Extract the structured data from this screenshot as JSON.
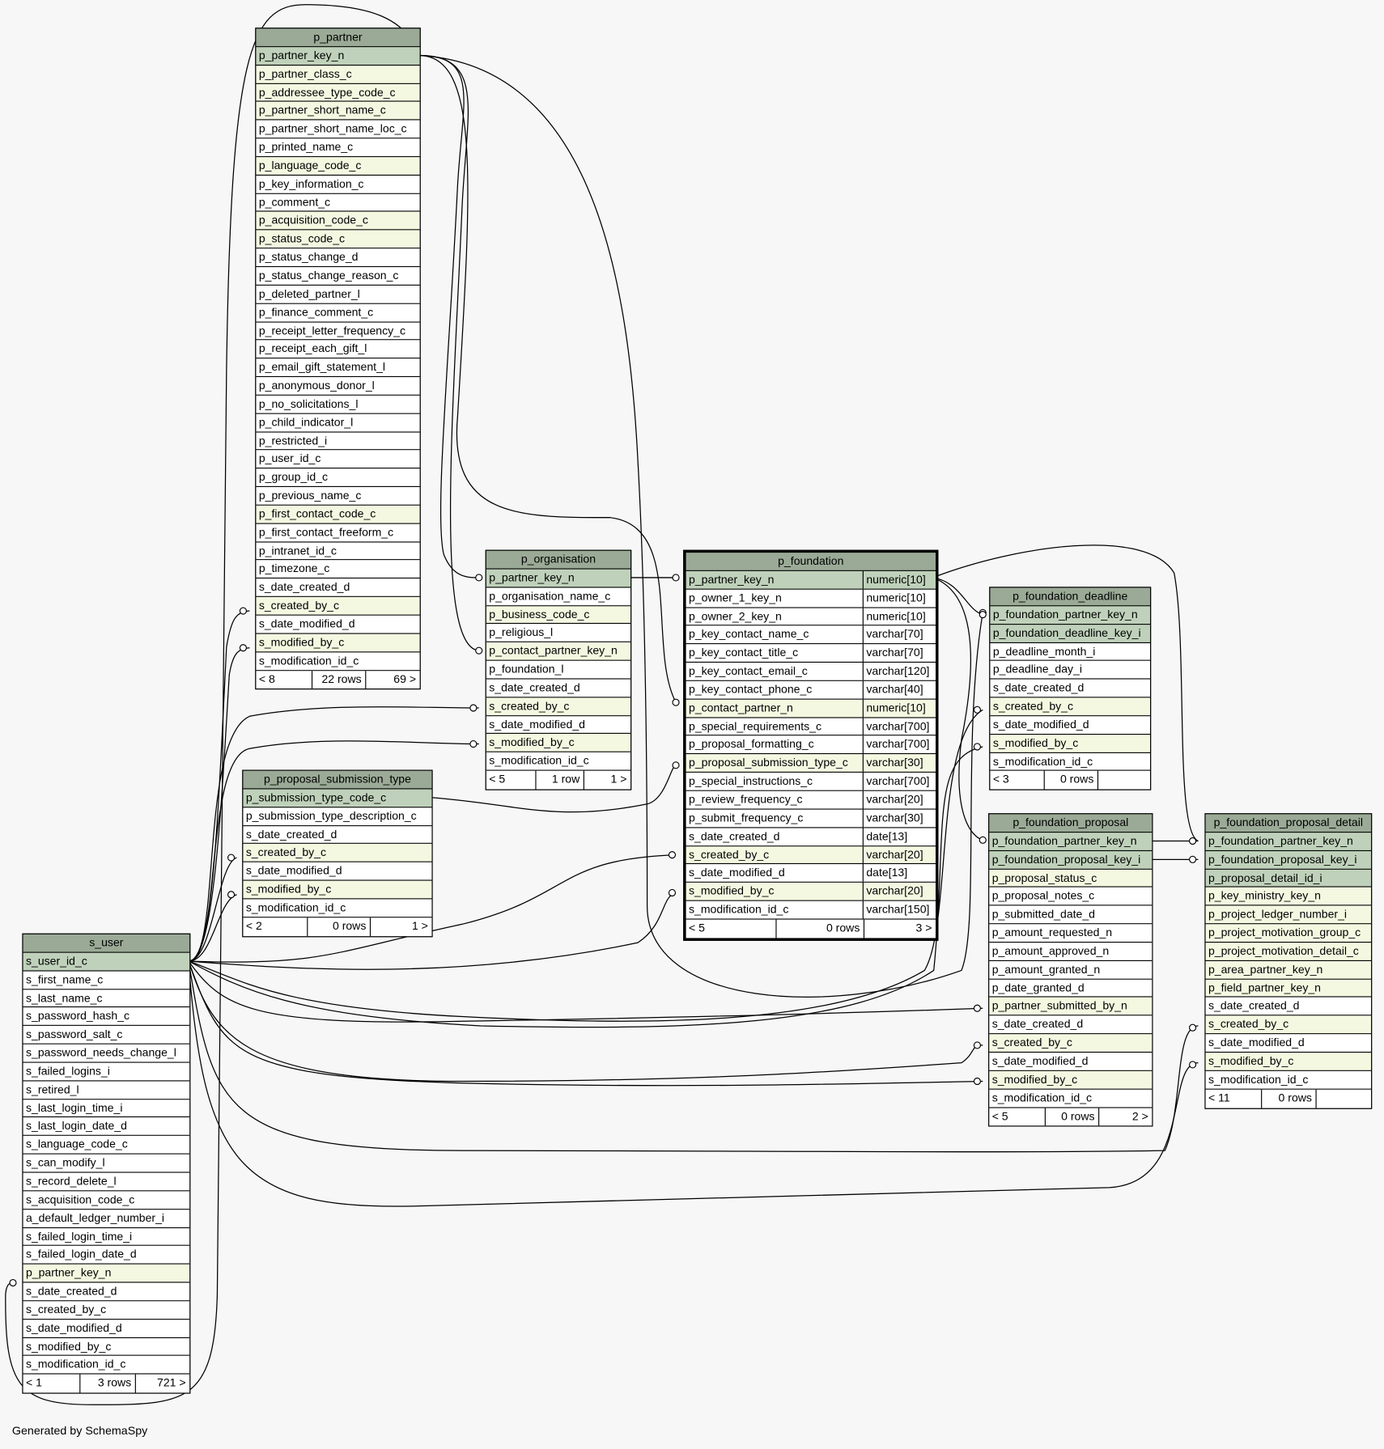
{
  "footer_text": "Generated by SchemaSpy",
  "tables": {
    "p_partner": {
      "title": "p_partner",
      "columns": [
        {
          "name": "p_partner_key_n",
          "kind": "pk"
        },
        {
          "name": "p_partner_class_c",
          "kind": "fk"
        },
        {
          "name": "p_addressee_type_code_c",
          "kind": "fk"
        },
        {
          "name": "p_partner_short_name_c",
          "kind": "fk"
        },
        {
          "name": "p_partner_short_name_loc_c",
          "kind": ""
        },
        {
          "name": "p_printed_name_c",
          "kind": ""
        },
        {
          "name": "p_language_code_c",
          "kind": "fk"
        },
        {
          "name": "p_key_information_c",
          "kind": ""
        },
        {
          "name": "p_comment_c",
          "kind": ""
        },
        {
          "name": "p_acquisition_code_c",
          "kind": "fk"
        },
        {
          "name": "p_status_code_c",
          "kind": "fk"
        },
        {
          "name": "p_status_change_d",
          "kind": ""
        },
        {
          "name": "p_status_change_reason_c",
          "kind": ""
        },
        {
          "name": "p_deleted_partner_l",
          "kind": ""
        },
        {
          "name": "p_finance_comment_c",
          "kind": ""
        },
        {
          "name": "p_receipt_letter_frequency_c",
          "kind": ""
        },
        {
          "name": "p_receipt_each_gift_l",
          "kind": ""
        },
        {
          "name": "p_email_gift_statement_l",
          "kind": ""
        },
        {
          "name": "p_anonymous_donor_l",
          "kind": ""
        },
        {
          "name": "p_no_solicitations_l",
          "kind": ""
        },
        {
          "name": "p_child_indicator_l",
          "kind": ""
        },
        {
          "name": "p_restricted_i",
          "kind": ""
        },
        {
          "name": "p_user_id_c",
          "kind": ""
        },
        {
          "name": "p_group_id_c",
          "kind": ""
        },
        {
          "name": "p_previous_name_c",
          "kind": ""
        },
        {
          "name": "p_first_contact_code_c",
          "kind": "fk"
        },
        {
          "name": "p_first_contact_freeform_c",
          "kind": ""
        },
        {
          "name": "p_intranet_id_c",
          "kind": ""
        },
        {
          "name": "p_timezone_c",
          "kind": ""
        },
        {
          "name": "s_date_created_d",
          "kind": ""
        },
        {
          "name": "s_created_by_c",
          "kind": "fk"
        },
        {
          "name": "s_date_modified_d",
          "kind": ""
        },
        {
          "name": "s_modified_by_c",
          "kind": "fk"
        },
        {
          "name": "s_modification_id_c",
          "kind": ""
        }
      ],
      "footer": [
        "< 8",
        "22 rows",
        "69 >"
      ]
    },
    "p_organisation": {
      "title": "p_organisation",
      "columns": [
        {
          "name": "p_partner_key_n",
          "kind": "pk"
        },
        {
          "name": "p_organisation_name_c",
          "kind": ""
        },
        {
          "name": "p_business_code_c",
          "kind": "fk"
        },
        {
          "name": "p_religious_l",
          "kind": ""
        },
        {
          "name": "p_contact_partner_key_n",
          "kind": "fk"
        },
        {
          "name": "p_foundation_l",
          "kind": ""
        },
        {
          "name": "s_date_created_d",
          "kind": ""
        },
        {
          "name": "s_created_by_c",
          "kind": "fk"
        },
        {
          "name": "s_date_modified_d",
          "kind": ""
        },
        {
          "name": "s_modified_by_c",
          "kind": "fk"
        },
        {
          "name": "s_modification_id_c",
          "kind": ""
        }
      ],
      "footer": [
        "< 5",
        "1 row",
        "1 >"
      ]
    },
    "p_foundation": {
      "title": "p_foundation",
      "columns": [
        {
          "name": "p_partner_key_n",
          "type": "numeric[10]",
          "kind": "pk"
        },
        {
          "name": "p_owner_1_key_n",
          "type": "numeric[10]",
          "kind": ""
        },
        {
          "name": "p_owner_2_key_n",
          "type": "numeric[10]",
          "kind": ""
        },
        {
          "name": "p_key_contact_name_c",
          "type": "varchar[70]",
          "kind": ""
        },
        {
          "name": "p_key_contact_title_c",
          "type": "varchar[70]",
          "kind": ""
        },
        {
          "name": "p_key_contact_email_c",
          "type": "varchar[120]",
          "kind": ""
        },
        {
          "name": "p_key_contact_phone_c",
          "type": "varchar[40]",
          "kind": ""
        },
        {
          "name": "p_contact_partner_n",
          "type": "numeric[10]",
          "kind": "fk"
        },
        {
          "name": "p_special_requirements_c",
          "type": "varchar[700]",
          "kind": ""
        },
        {
          "name": "p_proposal_formatting_c",
          "type": "varchar[700]",
          "kind": ""
        },
        {
          "name": "p_proposal_submission_type_c",
          "type": "varchar[30]",
          "kind": "fk"
        },
        {
          "name": "p_special_instructions_c",
          "type": "varchar[700]",
          "kind": ""
        },
        {
          "name": "p_review_frequency_c",
          "type": "varchar[20]",
          "kind": ""
        },
        {
          "name": "p_submit_frequency_c",
          "type": "varchar[30]",
          "kind": ""
        },
        {
          "name": "s_date_created_d",
          "type": "date[13]",
          "kind": ""
        },
        {
          "name": "s_created_by_c",
          "type": "varchar[20]",
          "kind": "fk"
        },
        {
          "name": "s_date_modified_d",
          "type": "date[13]",
          "kind": ""
        },
        {
          "name": "s_modified_by_c",
          "type": "varchar[20]",
          "kind": "fk"
        },
        {
          "name": "s_modification_id_c",
          "type": "varchar[150]",
          "kind": ""
        }
      ],
      "footer": [
        "< 5",
        "0 rows",
        "3 >"
      ]
    },
    "p_foundation_deadline": {
      "title": "p_foundation_deadline",
      "columns": [
        {
          "name": "p_foundation_partner_key_n",
          "kind": "pk"
        },
        {
          "name": "p_foundation_deadline_key_i",
          "kind": "pk"
        },
        {
          "name": "p_deadline_month_i",
          "kind": ""
        },
        {
          "name": "p_deadline_day_i",
          "kind": ""
        },
        {
          "name": "s_date_created_d",
          "kind": ""
        },
        {
          "name": "s_created_by_c",
          "kind": "fk"
        },
        {
          "name": "s_date_modified_d",
          "kind": ""
        },
        {
          "name": "s_modified_by_c",
          "kind": "fk"
        },
        {
          "name": "s_modification_id_c",
          "kind": ""
        }
      ],
      "footer": [
        "< 3",
        "0 rows",
        ""
      ]
    },
    "p_proposal_submission_type": {
      "title": "p_proposal_submission_type",
      "columns": [
        {
          "name": "p_submission_type_code_c",
          "kind": "pk"
        },
        {
          "name": "p_submission_type_description_c",
          "kind": ""
        },
        {
          "name": "s_date_created_d",
          "kind": ""
        },
        {
          "name": "s_created_by_c",
          "kind": "fk"
        },
        {
          "name": "s_date_modified_d",
          "kind": ""
        },
        {
          "name": "s_modified_by_c",
          "kind": "fk"
        },
        {
          "name": "s_modification_id_c",
          "kind": ""
        }
      ],
      "footer": [
        "< 2",
        "0 rows",
        "1 >"
      ]
    },
    "p_foundation_proposal": {
      "title": "p_foundation_proposal",
      "columns": [
        {
          "name": "p_foundation_partner_key_n",
          "kind": "pk"
        },
        {
          "name": "p_foundation_proposal_key_i",
          "kind": "pk"
        },
        {
          "name": "p_proposal_status_c",
          "kind": "fk"
        },
        {
          "name": "p_proposal_notes_c",
          "kind": ""
        },
        {
          "name": "p_submitted_date_d",
          "kind": ""
        },
        {
          "name": "p_amount_requested_n",
          "kind": ""
        },
        {
          "name": "p_amount_approved_n",
          "kind": ""
        },
        {
          "name": "p_amount_granted_n",
          "kind": ""
        },
        {
          "name": "p_date_granted_d",
          "kind": ""
        },
        {
          "name": "p_partner_submitted_by_n",
          "kind": "fk"
        },
        {
          "name": "s_date_created_d",
          "kind": ""
        },
        {
          "name": "s_created_by_c",
          "kind": "fk"
        },
        {
          "name": "s_date_modified_d",
          "kind": ""
        },
        {
          "name": "s_modified_by_c",
          "kind": "fk"
        },
        {
          "name": "s_modification_id_c",
          "kind": ""
        }
      ],
      "footer": [
        "< 5",
        "0 rows",
        "2 >"
      ]
    },
    "p_foundation_proposal_detail": {
      "title": "p_foundation_proposal_detail",
      "columns": [
        {
          "name": "p_foundation_partner_key_n",
          "kind": "pk"
        },
        {
          "name": "p_foundation_proposal_key_i",
          "kind": "pk"
        },
        {
          "name": "p_proposal_detail_id_i",
          "kind": "pk"
        },
        {
          "name": "p_key_ministry_key_n",
          "kind": "fk"
        },
        {
          "name": "p_project_ledger_number_i",
          "kind": "fk"
        },
        {
          "name": "p_project_motivation_group_c",
          "kind": "fk"
        },
        {
          "name": "p_project_motivation_detail_c",
          "kind": "fk"
        },
        {
          "name": "p_area_partner_key_n",
          "kind": "fk"
        },
        {
          "name": "p_field_partner_key_n",
          "kind": "fk"
        },
        {
          "name": "s_date_created_d",
          "kind": ""
        },
        {
          "name": "s_created_by_c",
          "kind": "fk"
        },
        {
          "name": "s_date_modified_d",
          "kind": ""
        },
        {
          "name": "s_modified_by_c",
          "kind": "fk"
        },
        {
          "name": "s_modification_id_c",
          "kind": ""
        }
      ],
      "footer": [
        "< 11",
        "0 rows",
        ""
      ]
    },
    "s_user": {
      "title": "s_user",
      "columns": [
        {
          "name": "s_user_id_c",
          "kind": "pk"
        },
        {
          "name": "s_first_name_c",
          "kind": ""
        },
        {
          "name": "s_last_name_c",
          "kind": ""
        },
        {
          "name": "s_password_hash_c",
          "kind": ""
        },
        {
          "name": "s_password_salt_c",
          "kind": ""
        },
        {
          "name": "s_password_needs_change_l",
          "kind": ""
        },
        {
          "name": "s_failed_logins_i",
          "kind": ""
        },
        {
          "name": "s_retired_l",
          "kind": ""
        },
        {
          "name": "s_last_login_time_i",
          "kind": ""
        },
        {
          "name": "s_last_login_date_d",
          "kind": ""
        },
        {
          "name": "s_language_code_c",
          "kind": ""
        },
        {
          "name": "s_can_modify_l",
          "kind": ""
        },
        {
          "name": "s_record_delete_l",
          "kind": ""
        },
        {
          "name": "s_acquisition_code_c",
          "kind": ""
        },
        {
          "name": "a_default_ledger_number_i",
          "kind": ""
        },
        {
          "name": "s_failed_login_time_i",
          "kind": ""
        },
        {
          "name": "s_failed_login_date_d",
          "kind": ""
        },
        {
          "name": "p_partner_key_n",
          "kind": "fk"
        },
        {
          "name": "s_date_created_d",
          "kind": ""
        },
        {
          "name": "s_created_by_c",
          "kind": ""
        },
        {
          "name": "s_date_modified_d",
          "kind": ""
        },
        {
          "name": "s_modified_by_c",
          "kind": ""
        },
        {
          "name": "s_modification_id_c",
          "kind": ""
        }
      ],
      "footer": [
        "< 1",
        "3 rows",
        "721 >"
      ]
    }
  },
  "colors": {
    "background": "#f7f7f7",
    "header": "#9aaa96",
    "primary_key_row": "#bfd1ba",
    "foreign_key_row": "#f4f8e1",
    "plain_row": "#ffffff",
    "line": "#000000"
  }
}
